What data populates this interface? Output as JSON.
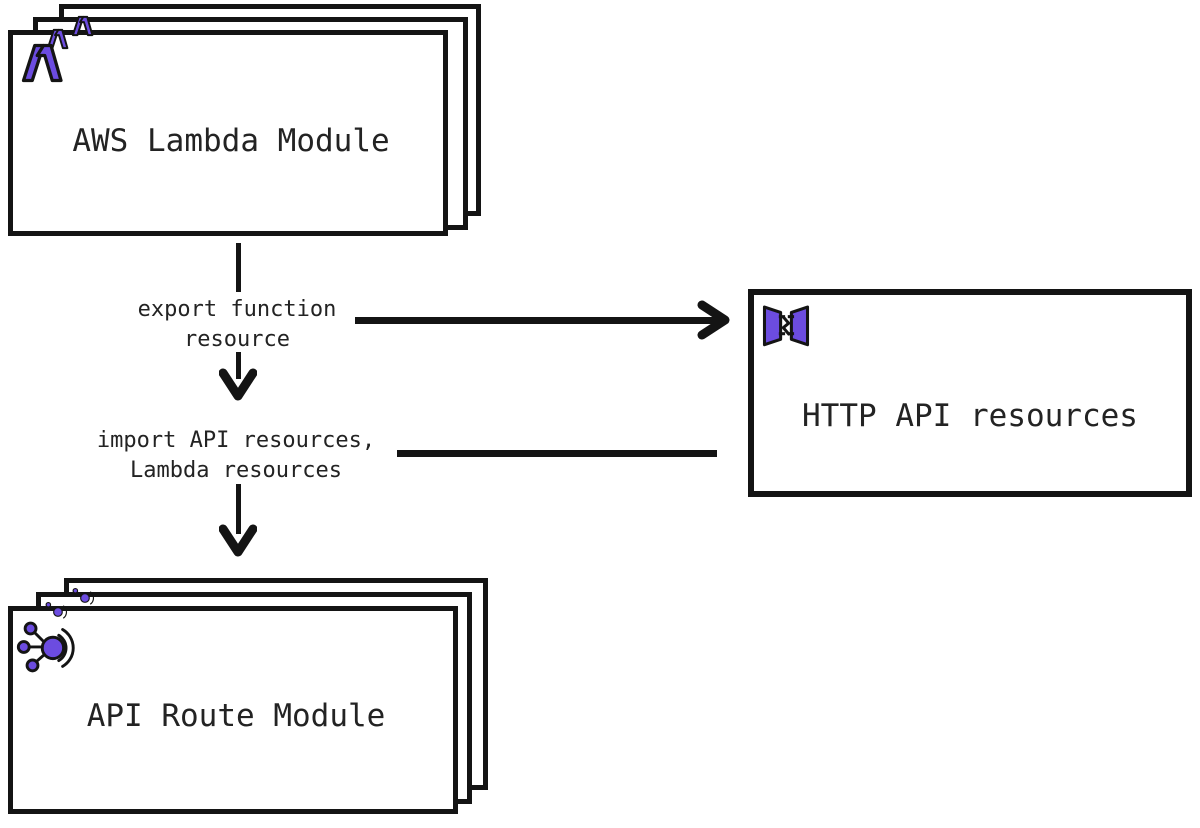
{
  "diagram": {
    "title": "AWS Lambda to HTTP API to API Route module relationships",
    "background_color": "#ffffff",
    "stroke_color": "#141414",
    "text_color": "#232323",
    "accent_color": "#6C4CE0"
  },
  "nodes": [
    {
      "id": "aws-lambda-module",
      "label": "AWS Lambda Module",
      "shape": "stacked-card",
      "stack_count": 3,
      "icon": "aws-lambda-icon",
      "icon_color": "#6C4CE0"
    },
    {
      "id": "http-api-resources",
      "label": "HTTP API resources",
      "shape": "rectangle",
      "stack_count": 1,
      "icon": "aws-api-gateway-icon",
      "icon_color": "#6C4CE0"
    },
    {
      "id": "api-route-module",
      "label": "API Route Module",
      "shape": "stacked-card",
      "stack_count": 3,
      "icon": "api-route-network-icon",
      "icon_color": "#6C4CE0"
    }
  ],
  "edges": [
    {
      "id": "lambda-to-http-api",
      "from": "aws-lambda-module",
      "to": "http-api-resources",
      "label_line1": "export function",
      "label_line2": "resource",
      "arrowhead": "chevron-right"
    },
    {
      "id": "http-api-to-api-route",
      "from": "http-api-resources",
      "to": "api-route-module",
      "label_line1": "import API resources,",
      "label_line2": "Lambda resources",
      "arrowhead": "chevron-down"
    }
  ]
}
